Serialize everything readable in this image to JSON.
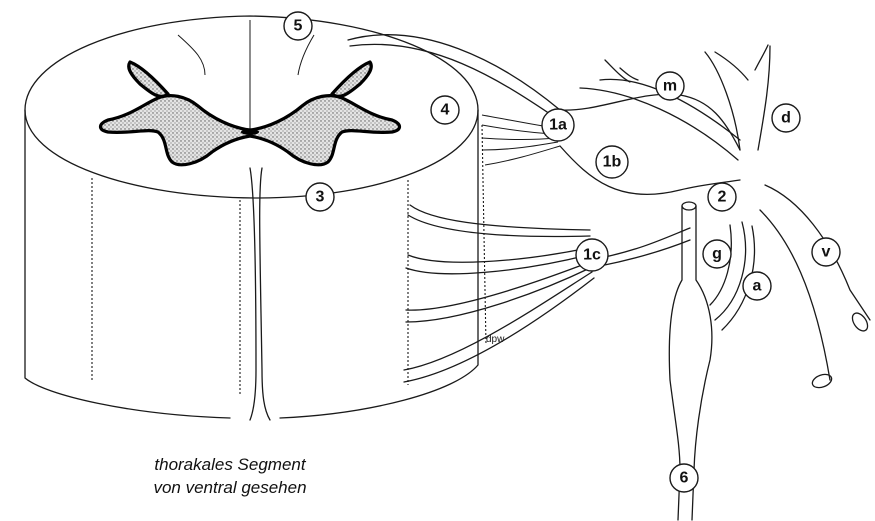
{
  "labels": {
    "l5": "5",
    "l4": "4",
    "l3": "3",
    "l1a": "1a",
    "l1b": "1b",
    "l1c": "1c",
    "l2": "2",
    "lm": "m",
    "ld": "d",
    "lv": "v",
    "lg": "g",
    "la": "a",
    "l6": "6"
  },
  "small_label": "dpw",
  "caption": {
    "line1": "thorakales Segment",
    "line2": "von ventral gesehen"
  },
  "colors": {
    "line": "#1a1a1a",
    "gray_matter": "#bdbdbd",
    "background": "#ffffff"
  }
}
